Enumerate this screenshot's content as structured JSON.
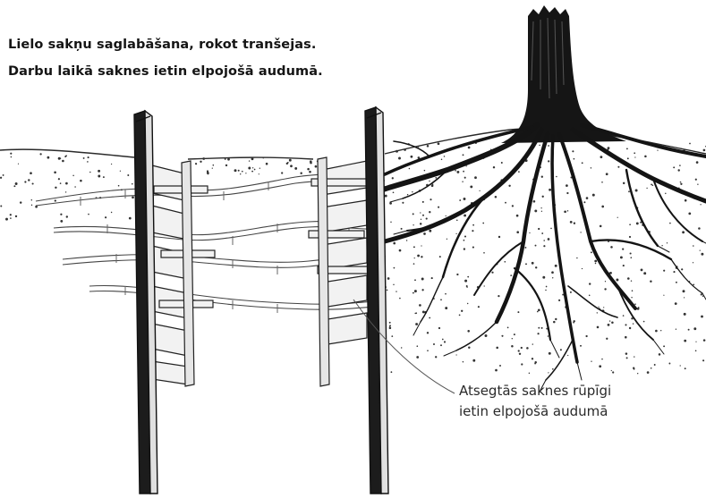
{
  "heading": {
    "line1": "Lielo sakņu saglabāšana, rokot tranšejas.",
    "line2": "Darbu laikā saknes ietin elpojošā audumā."
  },
  "callout": {
    "line1": "Atsegtās saknes rūpīgi",
    "line2": "ietin elpojošā audumā"
  },
  "colors": {
    "ink": "#1a1a1a",
    "wood": "#f2f2f2",
    "background": "#ffffff"
  }
}
